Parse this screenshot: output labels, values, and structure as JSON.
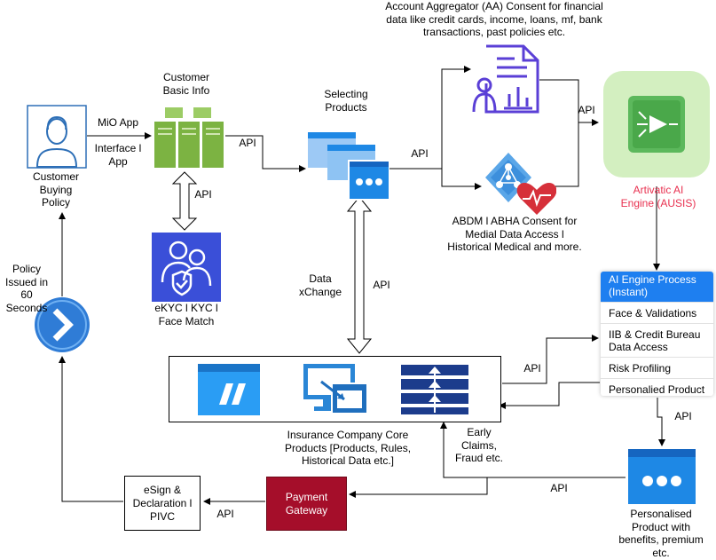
{
  "labels": {
    "customer": "Customer\nBuying\nPolicy",
    "mio_app": "MiO App",
    "interface_app": "Interface l\nApp",
    "customer_basic_info": "Customer\nBasic Info",
    "api_1": "API",
    "api_kyc": "API",
    "ekyc": "eKYC l KYC l\nFace Match",
    "selecting_products": "Selecting\nProducts",
    "api_2": "API",
    "aa_consent": "Account Aggregator (AA) Consent for financial\ndata like credit cards, income, loans, mf, bank\ntransactions, past policies etc.",
    "api_3": "API",
    "abdm_consent": "ABDM l ABHA Consent for\nMedial Data Access l\nHistorical Medical and more.",
    "artivatic_engine": "Artivatic AI\nEngine (AUSIS)",
    "data_xchange": "Data\nxChange",
    "api_4": "API",
    "policy_issued": "Policy\nIssued in\n60\nSeconds",
    "insurance_core": "Insurance Company Core\nProducts  [Products, Rules,\nHistorical Data etc.]",
    "early_claims": "Early\nClaims,\nFraud etc.",
    "api_5": "API",
    "api_6": "API",
    "api_7": "API",
    "personalised_product": "Personalised\nProduct with\nbenefits, premium\netc.",
    "api_8": "API",
    "payment_gateway": "Payment\nGateway",
    "esign": "eSign &\nDeclaration l\nPIVC"
  },
  "ai_process": {
    "header": "AI Engine Process\n(Instant)",
    "items": [
      "Face & Validations",
      "IIB & Credit Bureau\nData Access",
      "Risk Profiling",
      "Personalied Product"
    ]
  },
  "colors": {
    "header_blue": "#1e7ff0",
    "payment_red": "#a50e2a",
    "engine_label": "#e8304f",
    "server_green": "#7cb342",
    "aa_purple": "#5a3fd6",
    "kyc_blue": "#3a4fd8",
    "core_navy": "#1c3c8c",
    "window_blue": "#1e88e5"
  },
  "icons": [
    "user-icon",
    "server-icon",
    "kyc-icon",
    "browser-windows-icon",
    "document-chart-icon",
    "health-network-icon",
    "ai-engine-icon",
    "chevron-right-icon",
    "window-slash-icon",
    "desktop-icon",
    "stack-icon",
    "window-dots-icon"
  ]
}
